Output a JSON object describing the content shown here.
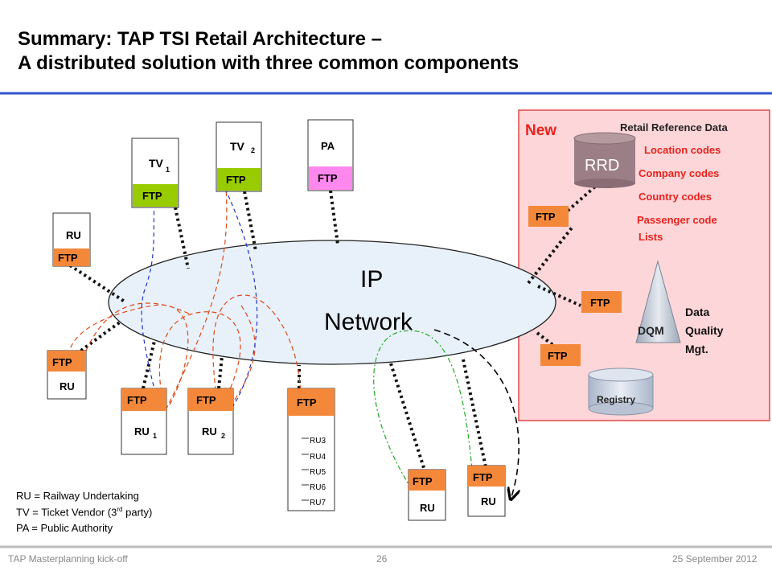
{
  "title": {
    "line1": "Summary: TAP TSI Retail Architecture –",
    "line2": "A distributed solution with three common components"
  },
  "network": {
    "line1": "IP",
    "line2": "Network"
  },
  "ftp_label": "FTP",
  "nodes": {
    "tv1": "TV",
    "tv1_sub": "1",
    "tv2": "TV",
    "tv2_sub": "2",
    "pa": "PA",
    "ru_top": "RU",
    "ru_left": "RU",
    "ru1": "RU",
    "ru1_sub": "1",
    "ru2": "RU",
    "ru2_sub": "2",
    "ru_bottom1": "RU",
    "ru_bottom2": "RU"
  },
  "ru_list": [
    "RU3",
    "RU4",
    "RU5",
    "RU6",
    "RU7"
  ],
  "new_panel": {
    "new_label": "New",
    "heading": "Retail Reference Data",
    "rrd": "RRD",
    "items": [
      "Location codes",
      "Company codes",
      "Country codes",
      "Passenger code",
      "Lists"
    ],
    "dqm": "DQM",
    "dq_label": [
      "Data",
      "Quality",
      "Mgt."
    ],
    "registry": "Registry"
  },
  "legend": [
    "RU = Railway Undertaking",
    "TV = Ticket Vendor (3",
    "rd",
    " party)",
    "PA = Public Authority"
  ],
  "footer": {
    "left": "TAP Masterplanning kick-off",
    "page": "26",
    "date": "25 September 2012"
  },
  "colors": {
    "accent_blue": "#3355cc",
    "ftp_orange": "#f4883a",
    "ftp_green": "#99cc00",
    "ftp_pink": "#ff88ee",
    "panel_pink": "#fcd6d8",
    "panel_border": "#e14848",
    "red_text": "#e8231f",
    "network_fill": "#e8f1fa",
    "rrd_fill": "#9c7f86"
  }
}
